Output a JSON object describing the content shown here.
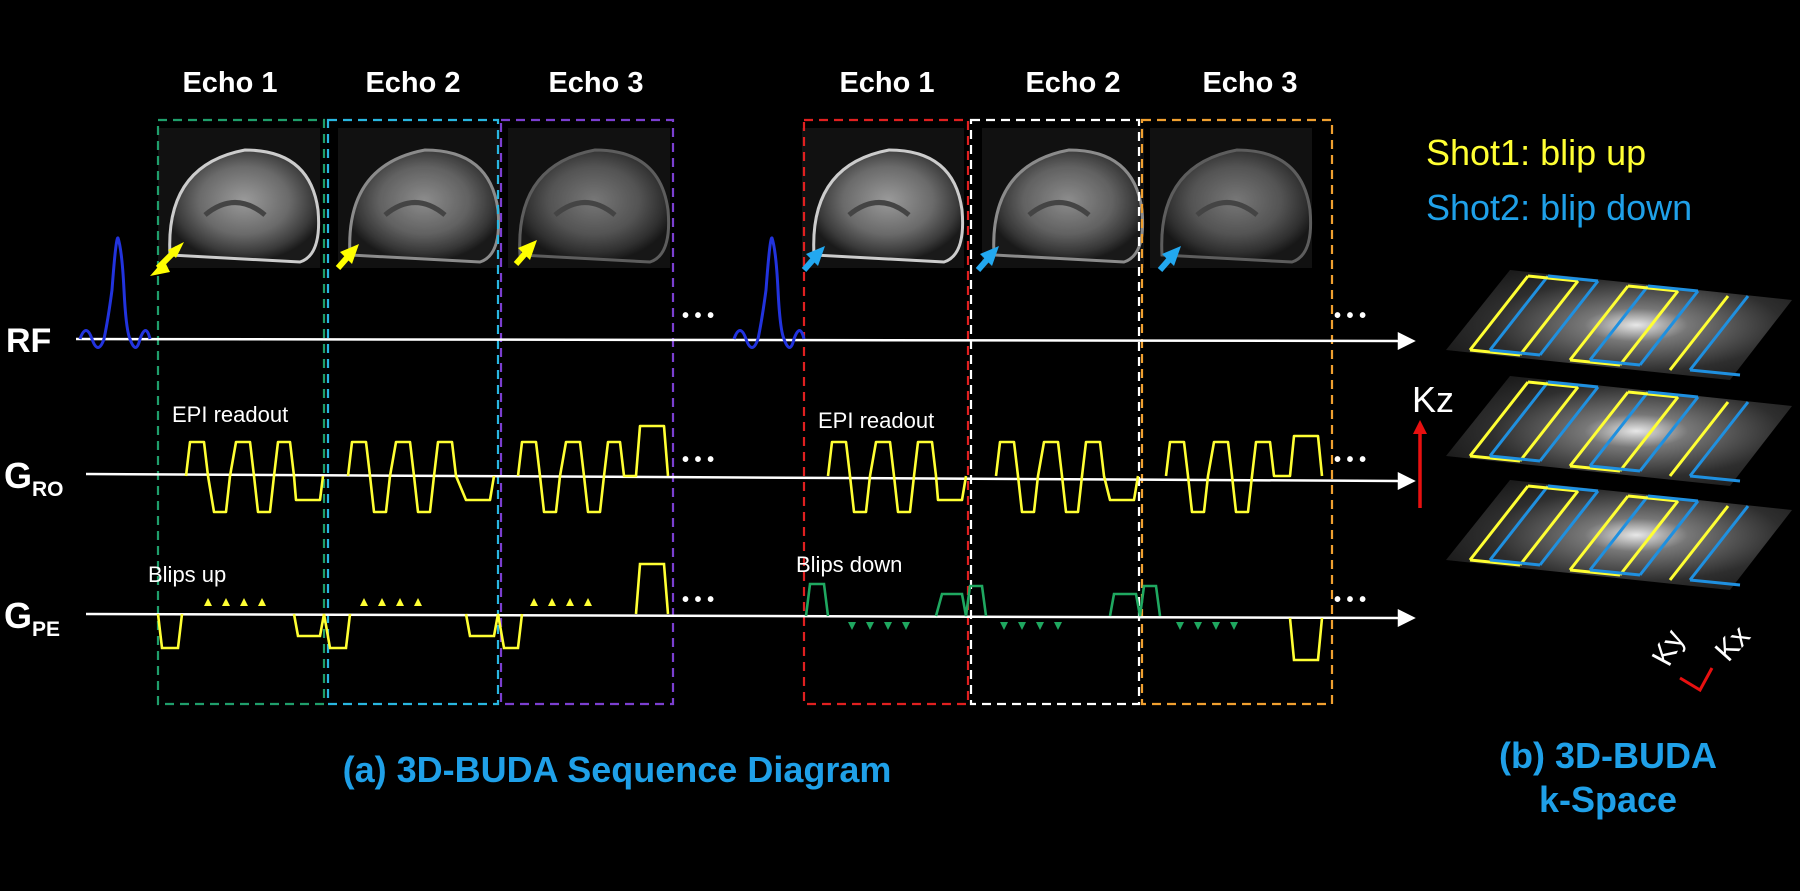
{
  "echo_headers": [
    "Echo 1",
    "Echo 2",
    "Echo 3",
    "Echo 1",
    "Echo 2",
    "Echo 3"
  ],
  "axis_labels": {
    "rf": "RF",
    "gro_main": "G",
    "gro_sub": "RO",
    "gpe_main": "G",
    "gpe_sub": "PE"
  },
  "annotations": {
    "epi_readout_1": "EPI readout",
    "epi_readout_2": "EPI readout",
    "blips_up": "Blips up",
    "blips_down": "Blips down",
    "ellipsis": "• • •"
  },
  "legend": {
    "shot1": "Shot1: blip up",
    "shot2": "Shot2: blip down"
  },
  "kspace_axes": {
    "kz": "Kz",
    "ky": "Ky",
    "kx": "Kx"
  },
  "captions": {
    "a": "(a) 3D-BUDA Sequence Diagram",
    "b_line1": "(b) 3D-BUDA",
    "b_line2": "k-Space"
  },
  "colors": {
    "echo_box_1": "#1f9e6b",
    "echo_box_2": "#29b6e0",
    "echo_box_3": "#7b3fd0",
    "echo_box_4": "#e02020",
    "echo_box_5": "#ffffff",
    "echo_box_6": "#f0a030",
    "gradient_yellow": "#ffff33",
    "blip_down_green": "#1fa860",
    "rf_pulse": "#2233dd",
    "arrow_shot1": "#ffff00",
    "arrow_shot2": "#22a8f0",
    "caption_blue": "#1fa0e8",
    "kz_arrow": "#e81010"
  }
}
